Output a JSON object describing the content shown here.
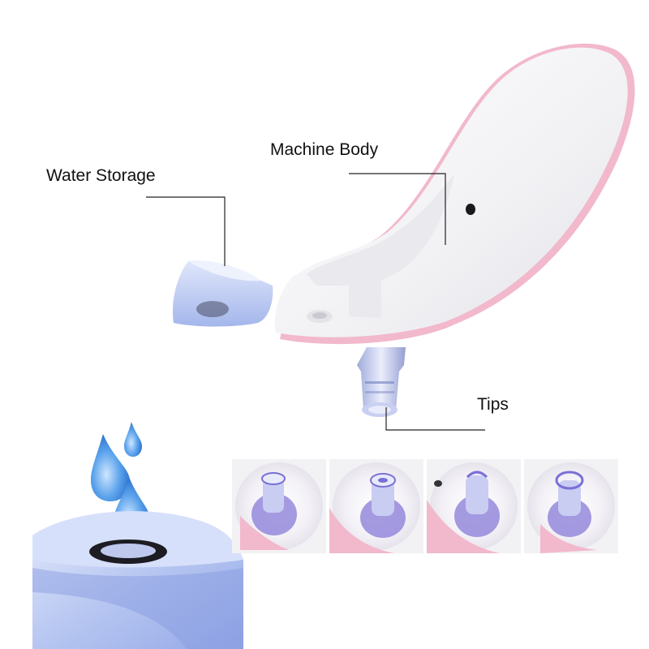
{
  "labels": {
    "machine_body": "Machine Body",
    "water_storage": "Water Storage",
    "tips": "Tips"
  },
  "colors": {
    "body_white": "#f6f6f8",
    "accent_pink": "#f2b8cc",
    "water_blue": "#4a8fe0",
    "tank_lilac": "#b9c7f2",
    "tip_violet": "#7a6fd6"
  },
  "tip_panels": [
    {
      "name": "tip-1"
    },
    {
      "name": "tip-2"
    },
    {
      "name": "tip-3"
    },
    {
      "name": "tip-4"
    }
  ]
}
